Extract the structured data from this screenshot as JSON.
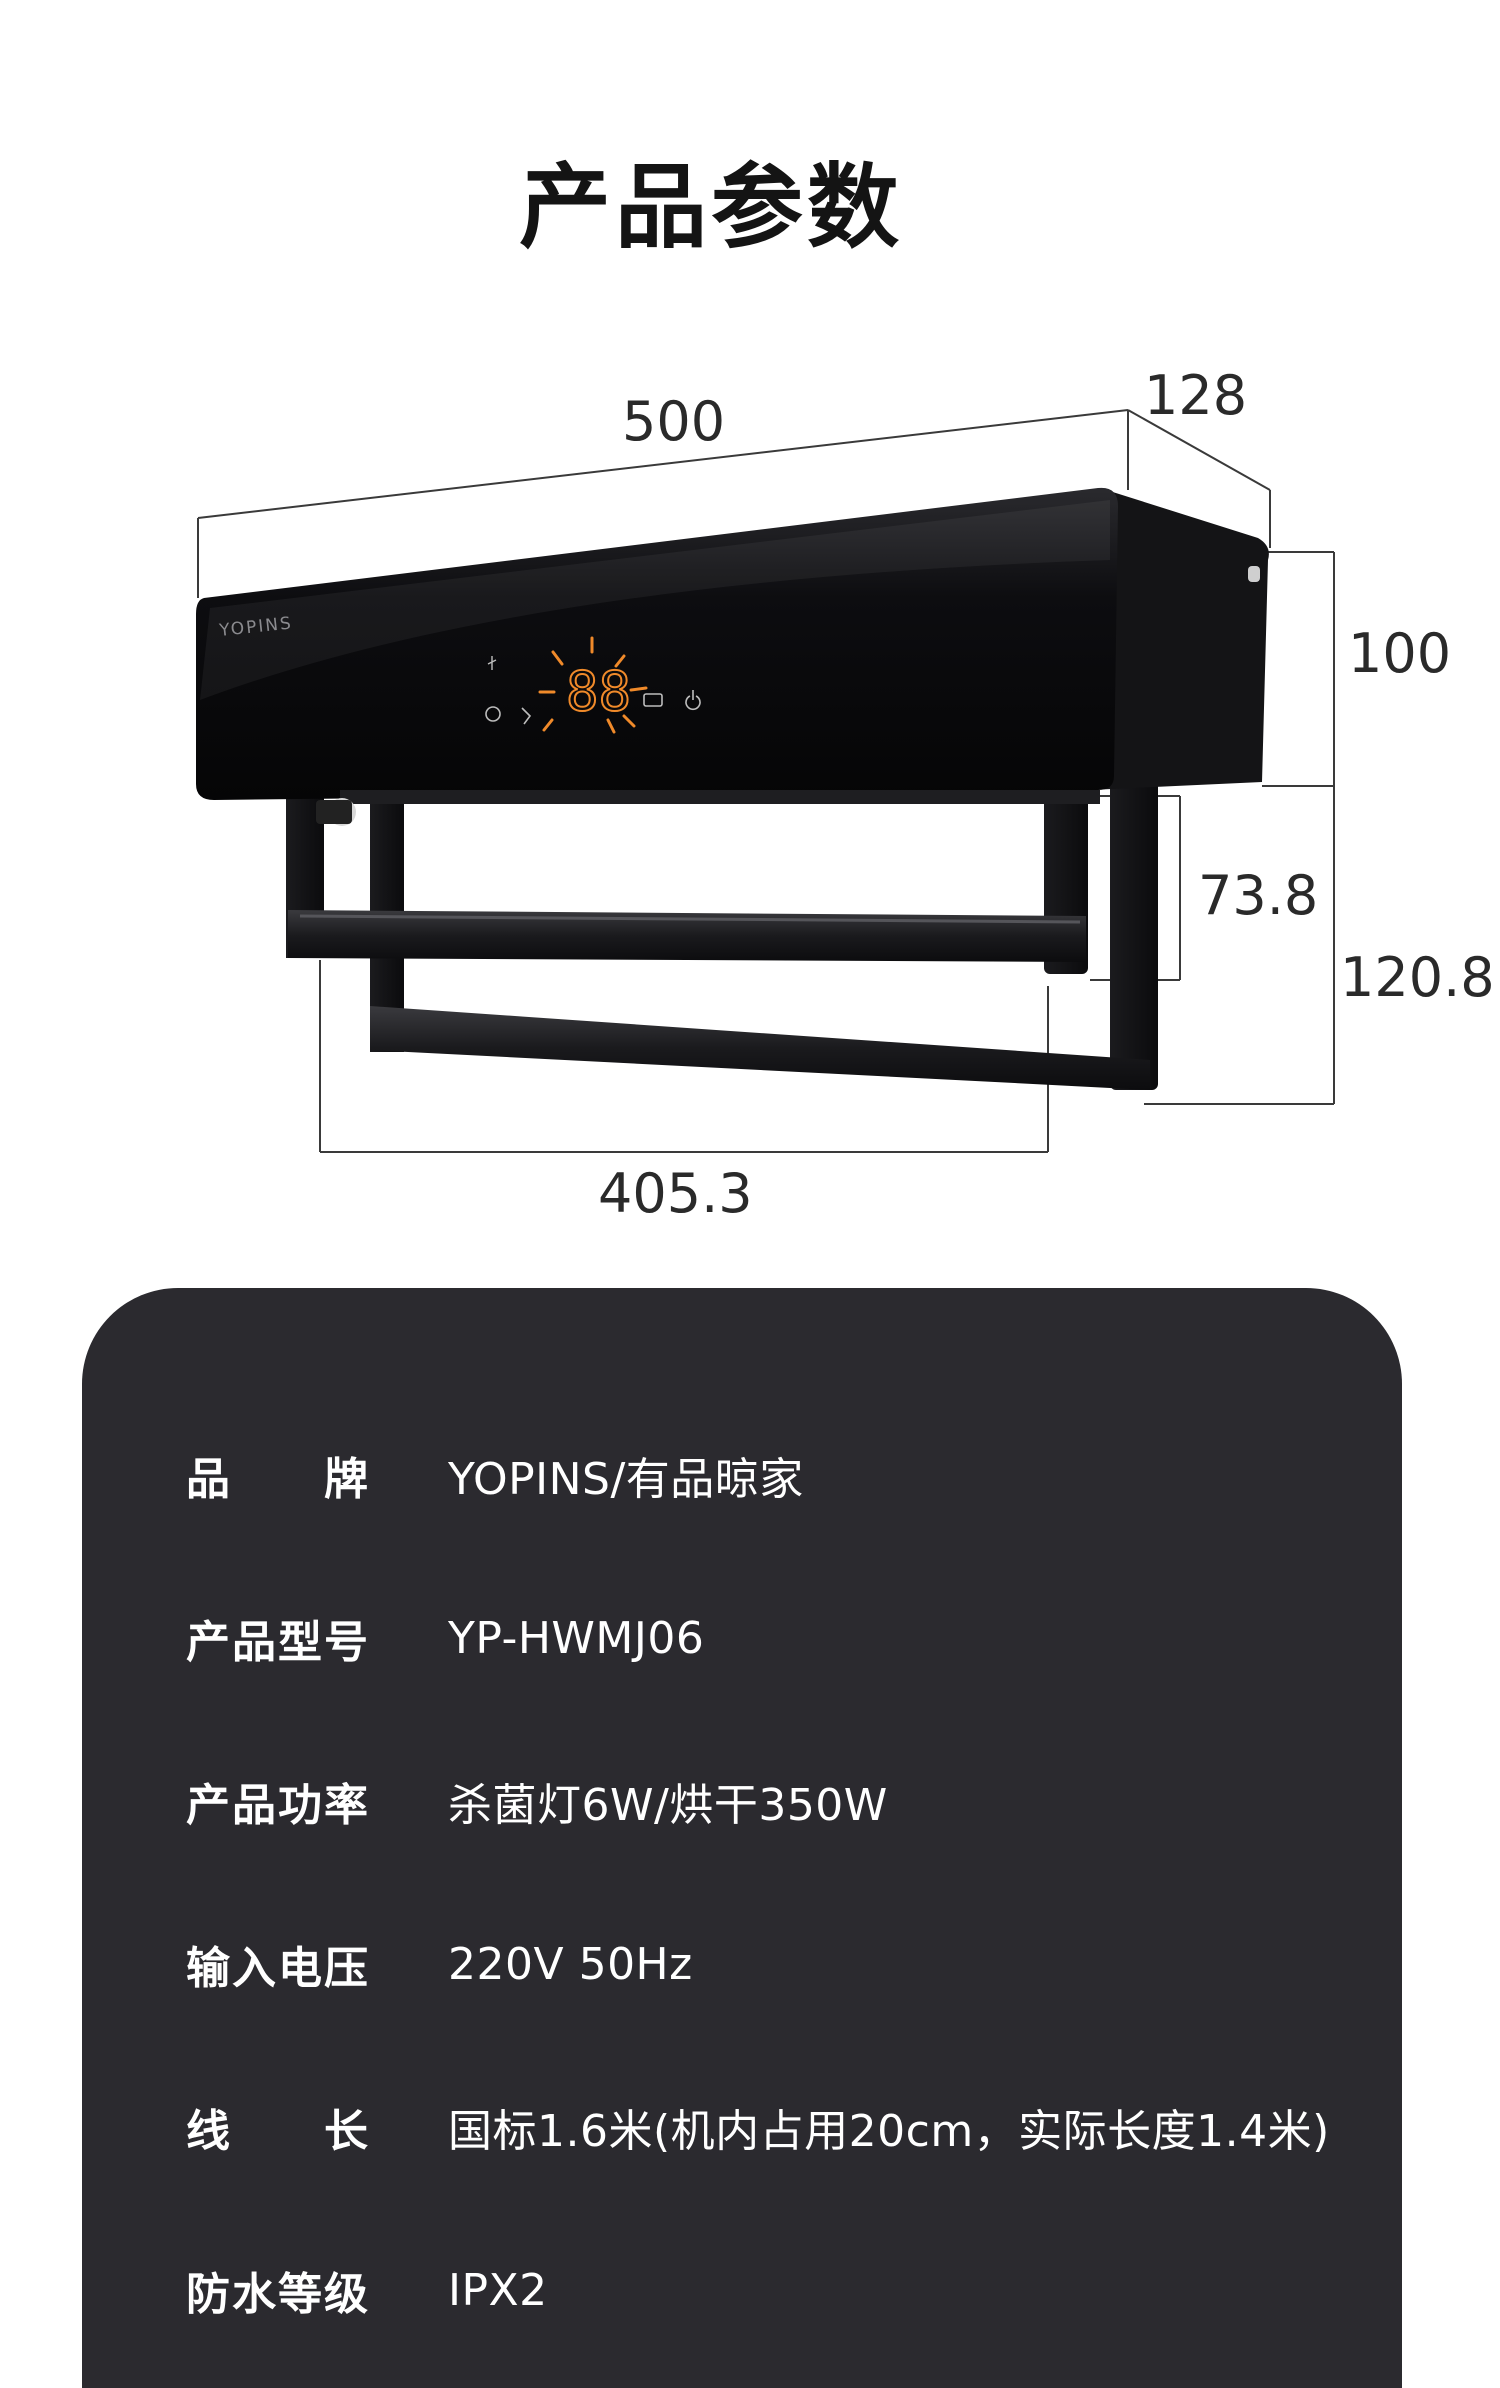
{
  "page": {
    "title": "产品参数"
  },
  "diagram": {
    "brand_logo": "YOPINS",
    "display_digits": "88",
    "dimensions": {
      "width": "500",
      "depth": "128",
      "body_height": "100",
      "bar_height": "73.8",
      "total_height": "120.8",
      "bar_width": "405.3"
    },
    "colors": {
      "body": "#0b0b0d",
      "display_accent": "#f08a2a",
      "dim_line": "#3a3a3a"
    }
  },
  "specs": {
    "background": "#2b2a2f",
    "rows": [
      {
        "label_chars": [
          "品",
          "牌"
        ],
        "value": "YOPINS/有品晾家"
      },
      {
        "label_chars": [
          "产",
          "品",
          "型",
          "号"
        ],
        "value": "YP-HWMJ06"
      },
      {
        "label_chars": [
          "产",
          "品",
          "功",
          "率"
        ],
        "value": "杀菌灯6W/烘干350W"
      },
      {
        "label_chars": [
          "输",
          "入",
          "电",
          "压"
        ],
        "value": "220V  50Hz"
      },
      {
        "label_chars": [
          "线",
          "长"
        ],
        "value": "国标1.6米(机内占用20cm，实际长度1.4米)"
      },
      {
        "label_chars": [
          "防",
          "水",
          "等",
          "级"
        ],
        "value": "IPX2"
      }
    ]
  }
}
